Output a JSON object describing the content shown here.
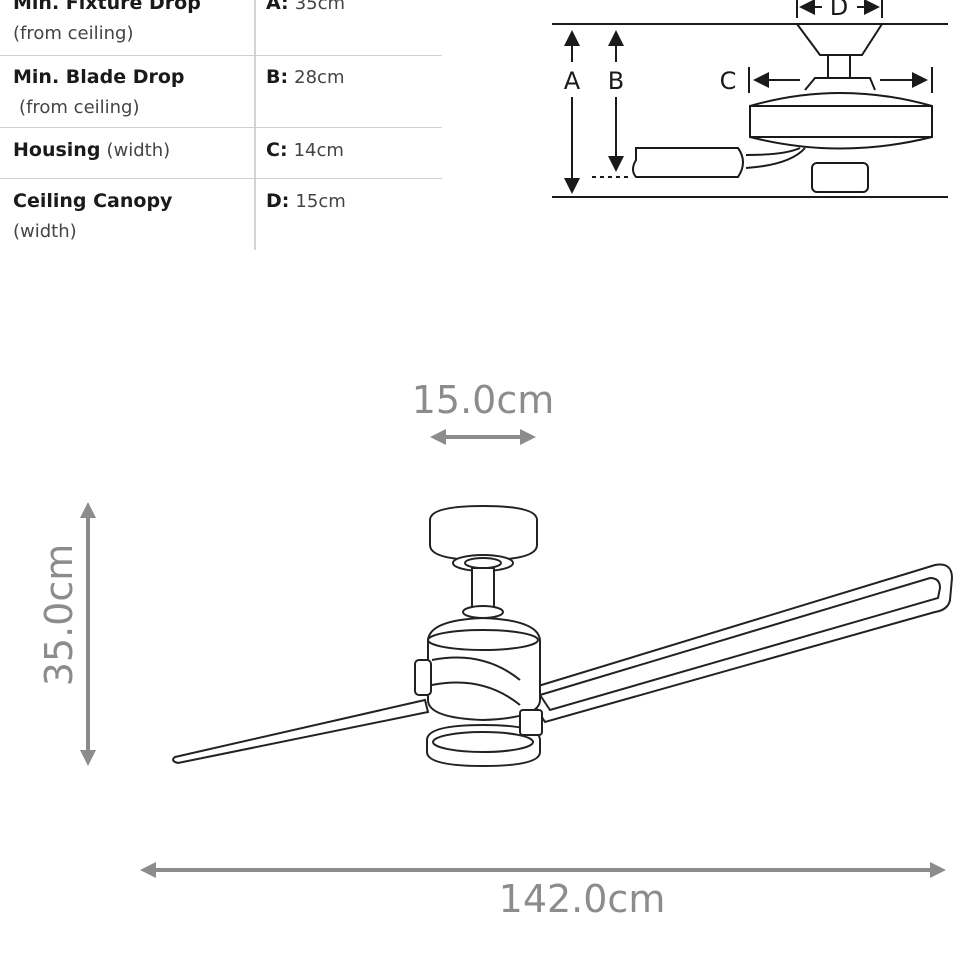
{
  "spec_table": {
    "rows": [
      {
        "label": "Min. Fixture Drop",
        "sub": "(from ceiling)",
        "key": "A:",
        "value": "35cm"
      },
      {
        "label": "Min. Blade Drop",
        "sub": "(from ceiling)",
        "key": "B:",
        "value": "28cm"
      },
      {
        "label": "Housing",
        "sub": "(width)",
        "key": "C:",
        "value": "14cm"
      },
      {
        "label": "Ceiling Canopy",
        "sub": "(width)",
        "key": "D:",
        "value": "15cm"
      }
    ]
  },
  "schematic": {
    "labels": {
      "a": "A",
      "b": "B",
      "c": "C",
      "d": "D"
    }
  },
  "dimensions": {
    "canopy_width": "15.0cm",
    "height": "35.0cm",
    "span": "142.0cm"
  },
  "colors": {
    "dimension": "#8c8c8c",
    "line": "#1a1a1a"
  }
}
